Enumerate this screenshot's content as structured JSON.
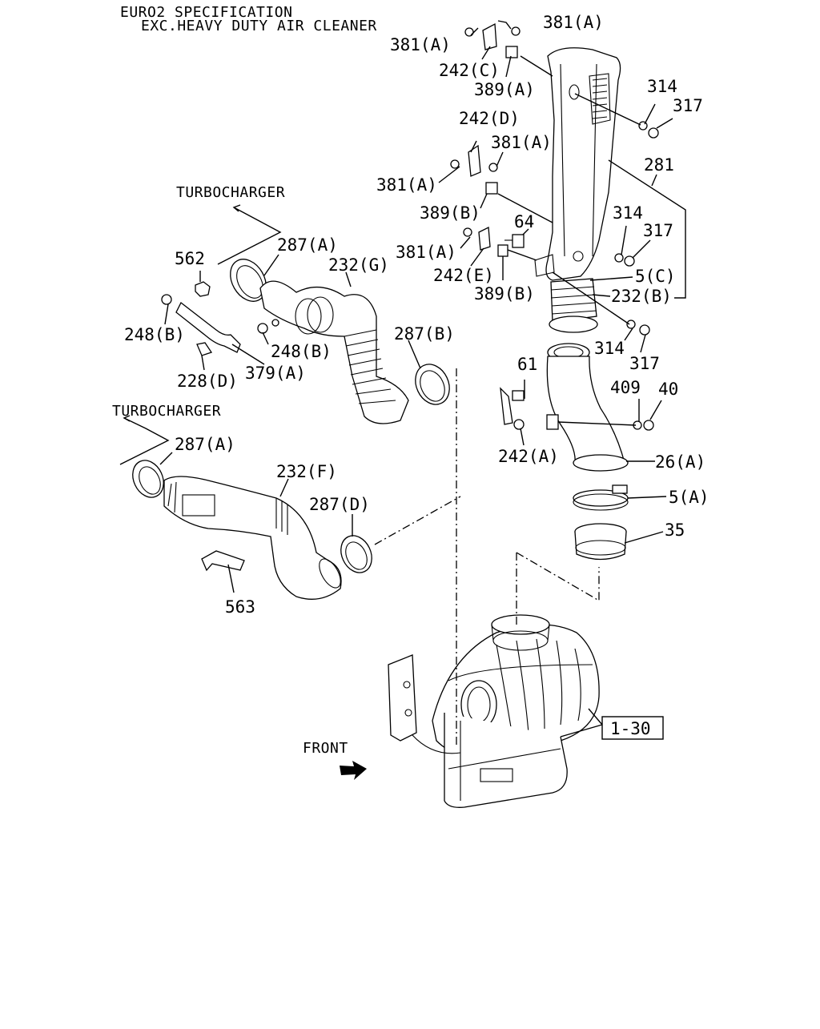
{
  "header": {
    "line1": "EURO2 SPECIFICATION",
    "line2": "EXC.HEAVY DUTY AIR CLEANER"
  },
  "directions": {
    "turbocharger_top": "TURBOCHARGER",
    "turbocharger_left": "TURBOCHARGER",
    "front": "FRONT"
  },
  "callouts": {
    "c381a_1": "381(A)",
    "c381a_2": "381(A)",
    "c242c": "242(C)",
    "c389a": "389(A)",
    "c314_1": "314",
    "c317_1": "317",
    "c242d": "242(D)",
    "c381a_3": "381(A)",
    "c381a_4": "381(A)",
    "c281": "281",
    "c389b_1": "389(B)",
    "c64": "64",
    "c314_2": "314",
    "c317_2": "317",
    "c381a_5": "381(A)",
    "c242e": "242(E)",
    "c5c": "5(C)",
    "c389b_2": "389(B)",
    "c232b": "232(B)",
    "c314_3": "314",
    "c317_3": "317",
    "c287a_1": "287(A)",
    "c562": "562",
    "c232g": "232(G)",
    "c287b": "287(B)",
    "c248b_1": "248(B)",
    "c248b_2": "248(B)",
    "c228d": "228(D)",
    "c379a": "379(A)",
    "c61": "61",
    "c409": "409",
    "c40": "40",
    "c242a": "242(A)",
    "c26a": "26(A)",
    "c287a_2": "287(A)",
    "c232f": "232(F)",
    "c287d": "287(D)",
    "c5a": "5(A)",
    "c35": "35",
    "c563": "563",
    "ref_box": "1-30"
  }
}
